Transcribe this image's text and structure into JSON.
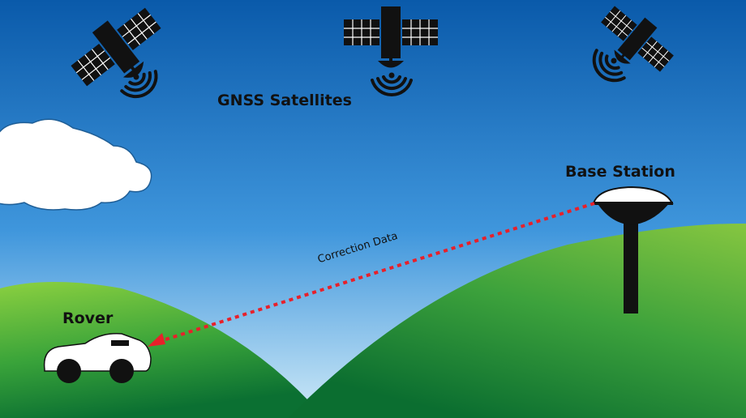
{
  "labels": {
    "satellites": "GNSS Satellites",
    "base_station": "Base Station",
    "rover": "Rover",
    "correction": "Correction Data"
  },
  "colors": {
    "sky_top": "#0a5aaa",
    "sky_bottom": "#c8e8f8",
    "hill_light": "#7dc242",
    "hill_dark": "#0e7a34",
    "silhouette": "#111111",
    "correction_line": "#e8202a",
    "car": "#ffffff"
  },
  "icons": [
    "satellite-icon",
    "signal-waves-icon",
    "cloud-icon",
    "gnss-antenna-icon",
    "car-icon"
  ]
}
